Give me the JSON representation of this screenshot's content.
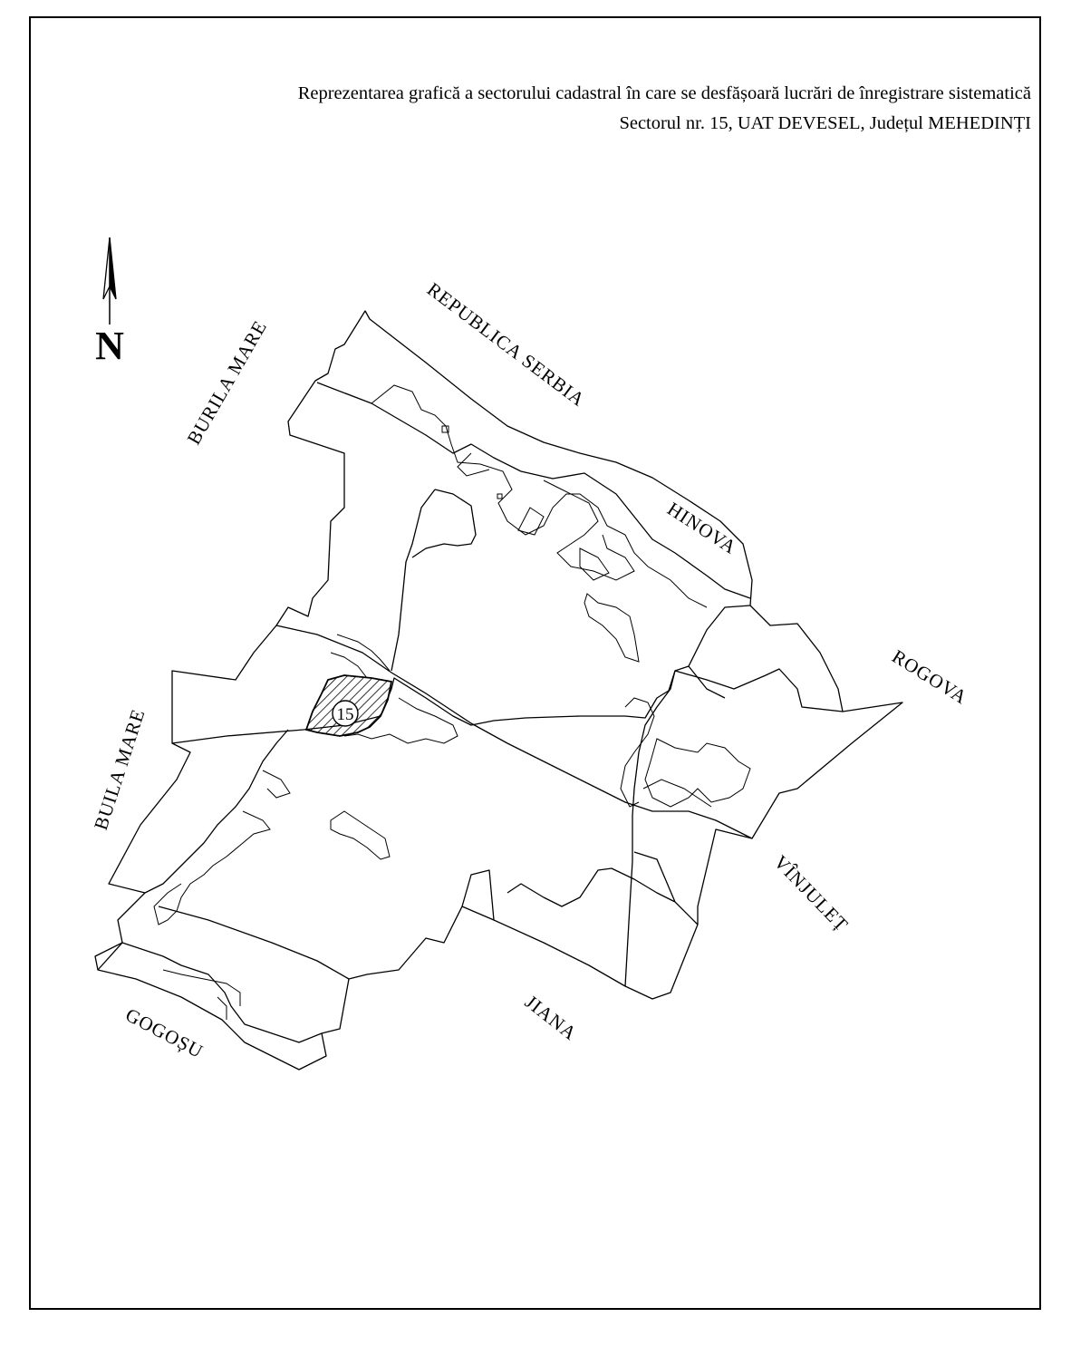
{
  "title": {
    "line1": "Reprezentarea grafică a sectorului cadastral în care se desfășoară lucrări de înregistrare sistematică",
    "line2": "Sectorul nr. 15, UAT DEVESEL, Județul MEHEDINȚI"
  },
  "north": {
    "label": "N"
  },
  "sector": {
    "number": "15"
  },
  "neighbors": {
    "burila_mare": "BURILA MARE",
    "republica_serbia": "REPUBLICA SERBIA",
    "hinova": "HINOVA",
    "rogova": "ROGOVA",
    "vinjulet": "VÎNJULEȚ",
    "jiana": "JIANA",
    "gogosu": "GOGOȘU",
    "buila_mare": "BUILA MARE"
  },
  "colors": {
    "ink": "#000000",
    "paper": "#ffffff"
  }
}
